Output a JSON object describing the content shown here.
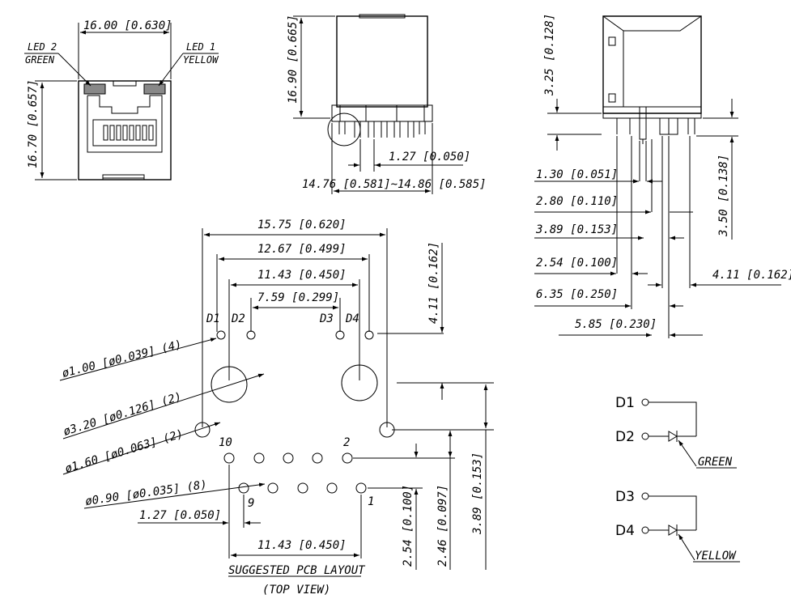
{
  "front_view": {
    "width_dim": "16.00 [0.630]",
    "height_dim": "16.70 [0.657]",
    "led2_label": "LED 2",
    "led2_color": "GREEN",
    "led1_label": "LED 1",
    "led1_color": "YELLOW"
  },
  "side_view": {
    "height_dim": "16.90 [0.665]",
    "pitch_dim": "1.27 [0.050]",
    "width_dim": "14.76 [0.581]~14.86 [0.585]"
  },
  "right_view": {
    "dims": {
      "d1": "3.25 [0.128]",
      "d2": "1.30 [0.051]",
      "d3": "2.80 [0.110]",
      "d4": "3.50 [0.138]",
      "d5": "3.89 [0.153]",
      "d6": "2.54 [0.100]",
      "d7": "4.11 [0.162]",
      "d8": "6.35 [0.250]",
      "d9": "5.85 [0.230]"
    }
  },
  "pcb_layout": {
    "dims": {
      "w1": "15.75 [0.620]",
      "w2": "12.67 [0.499]",
      "w3": "11.43 [0.450]",
      "w4": "7.59 [0.299]",
      "v1": "4.11 [0.162]",
      "h1": "ø1.00 [ø0.039] (4)",
      "h2": "ø3.20 [ø0.126] (2)",
      "h3": "ø1.60 [ø0.063] (2)",
      "h4": "ø0.90 [ø0.035] (8)",
      "p1": "1.27 [0.050]",
      "w5": "11.43 [0.450]",
      "v2": "2.54 [0.100]",
      "v3": "2.46 [0.097]",
      "v4": "3.89 [0.153]"
    },
    "labels": {
      "d1": "D1",
      "d2": "D2",
      "d3": "D3",
      "d4": "D4",
      "pin10": "10",
      "pin2": "2",
      "pin9": "9",
      "pin1": "1"
    },
    "caption": "SUGGESTED PCB LAYOUT",
    "subcaption": "(TOP VIEW)"
  },
  "led_schematic": {
    "d1": "D1",
    "d2": "D2",
    "green": "GREEN",
    "d3": "D3",
    "d4": "D4",
    "yellow": "YELLOW"
  }
}
